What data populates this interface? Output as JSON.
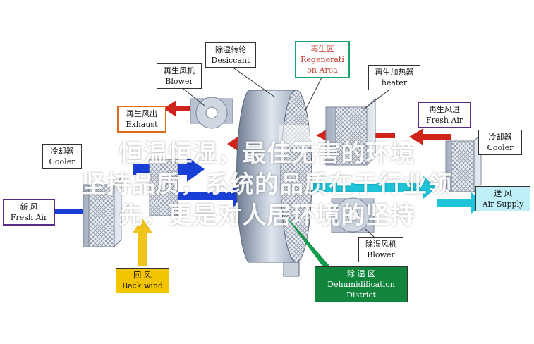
{
  "labels": {
    "desiccant": {
      "cn": "除湿转轮",
      "en": "Desiccant"
    },
    "regen_area": {
      "cn": "再生区",
      "en1": "Regenerati",
      "en2": "on Area"
    },
    "regen_blower": {
      "cn": "再生风机",
      "en": "Blower"
    },
    "regen_heater": {
      "cn": "再生加热器",
      "en": "heater"
    },
    "regen_exhaust": {
      "cn": "再生风出",
      "en": "Exhaust"
    },
    "regen_fresh": {
      "cn": "再生风进",
      "en": "Fresh Air"
    },
    "cooler_left": {
      "cn": "冷却器",
      "en": "Cooler"
    },
    "cooler_right": {
      "cn": "冷却器",
      "en": "Cooler"
    },
    "fresh_air": {
      "cn": "新  风",
      "en": "Fresh Air"
    },
    "air_supply": {
      "cn": "送  风",
      "en": "Air Supply"
    },
    "dehum_blower": {
      "cn": "除湿风机",
      "en": "Blower"
    },
    "back_wind": {
      "cn": "回  风",
      "en": "Back wind"
    },
    "dehum_district": {
      "cn": "除  湿  区",
      "en1": "Dehumidification",
      "en2": "District"
    }
  },
  "overlay": {
    "line1": "恒温恒湿，最佳无害的环境",
    "line2": "坚持品质，系统的品质在于行业领",
    "line3": "先，更是对人居环境的坚持"
  },
  "colors": {
    "arrow_blue": "#1a3fd6",
    "arrow_red": "#d0241b",
    "arrow_cyan": "#1fc4d8",
    "arrow_yellow": "#f0c419",
    "arrow_green": "#139a4a",
    "wheel": "#9aa6b8"
  }
}
